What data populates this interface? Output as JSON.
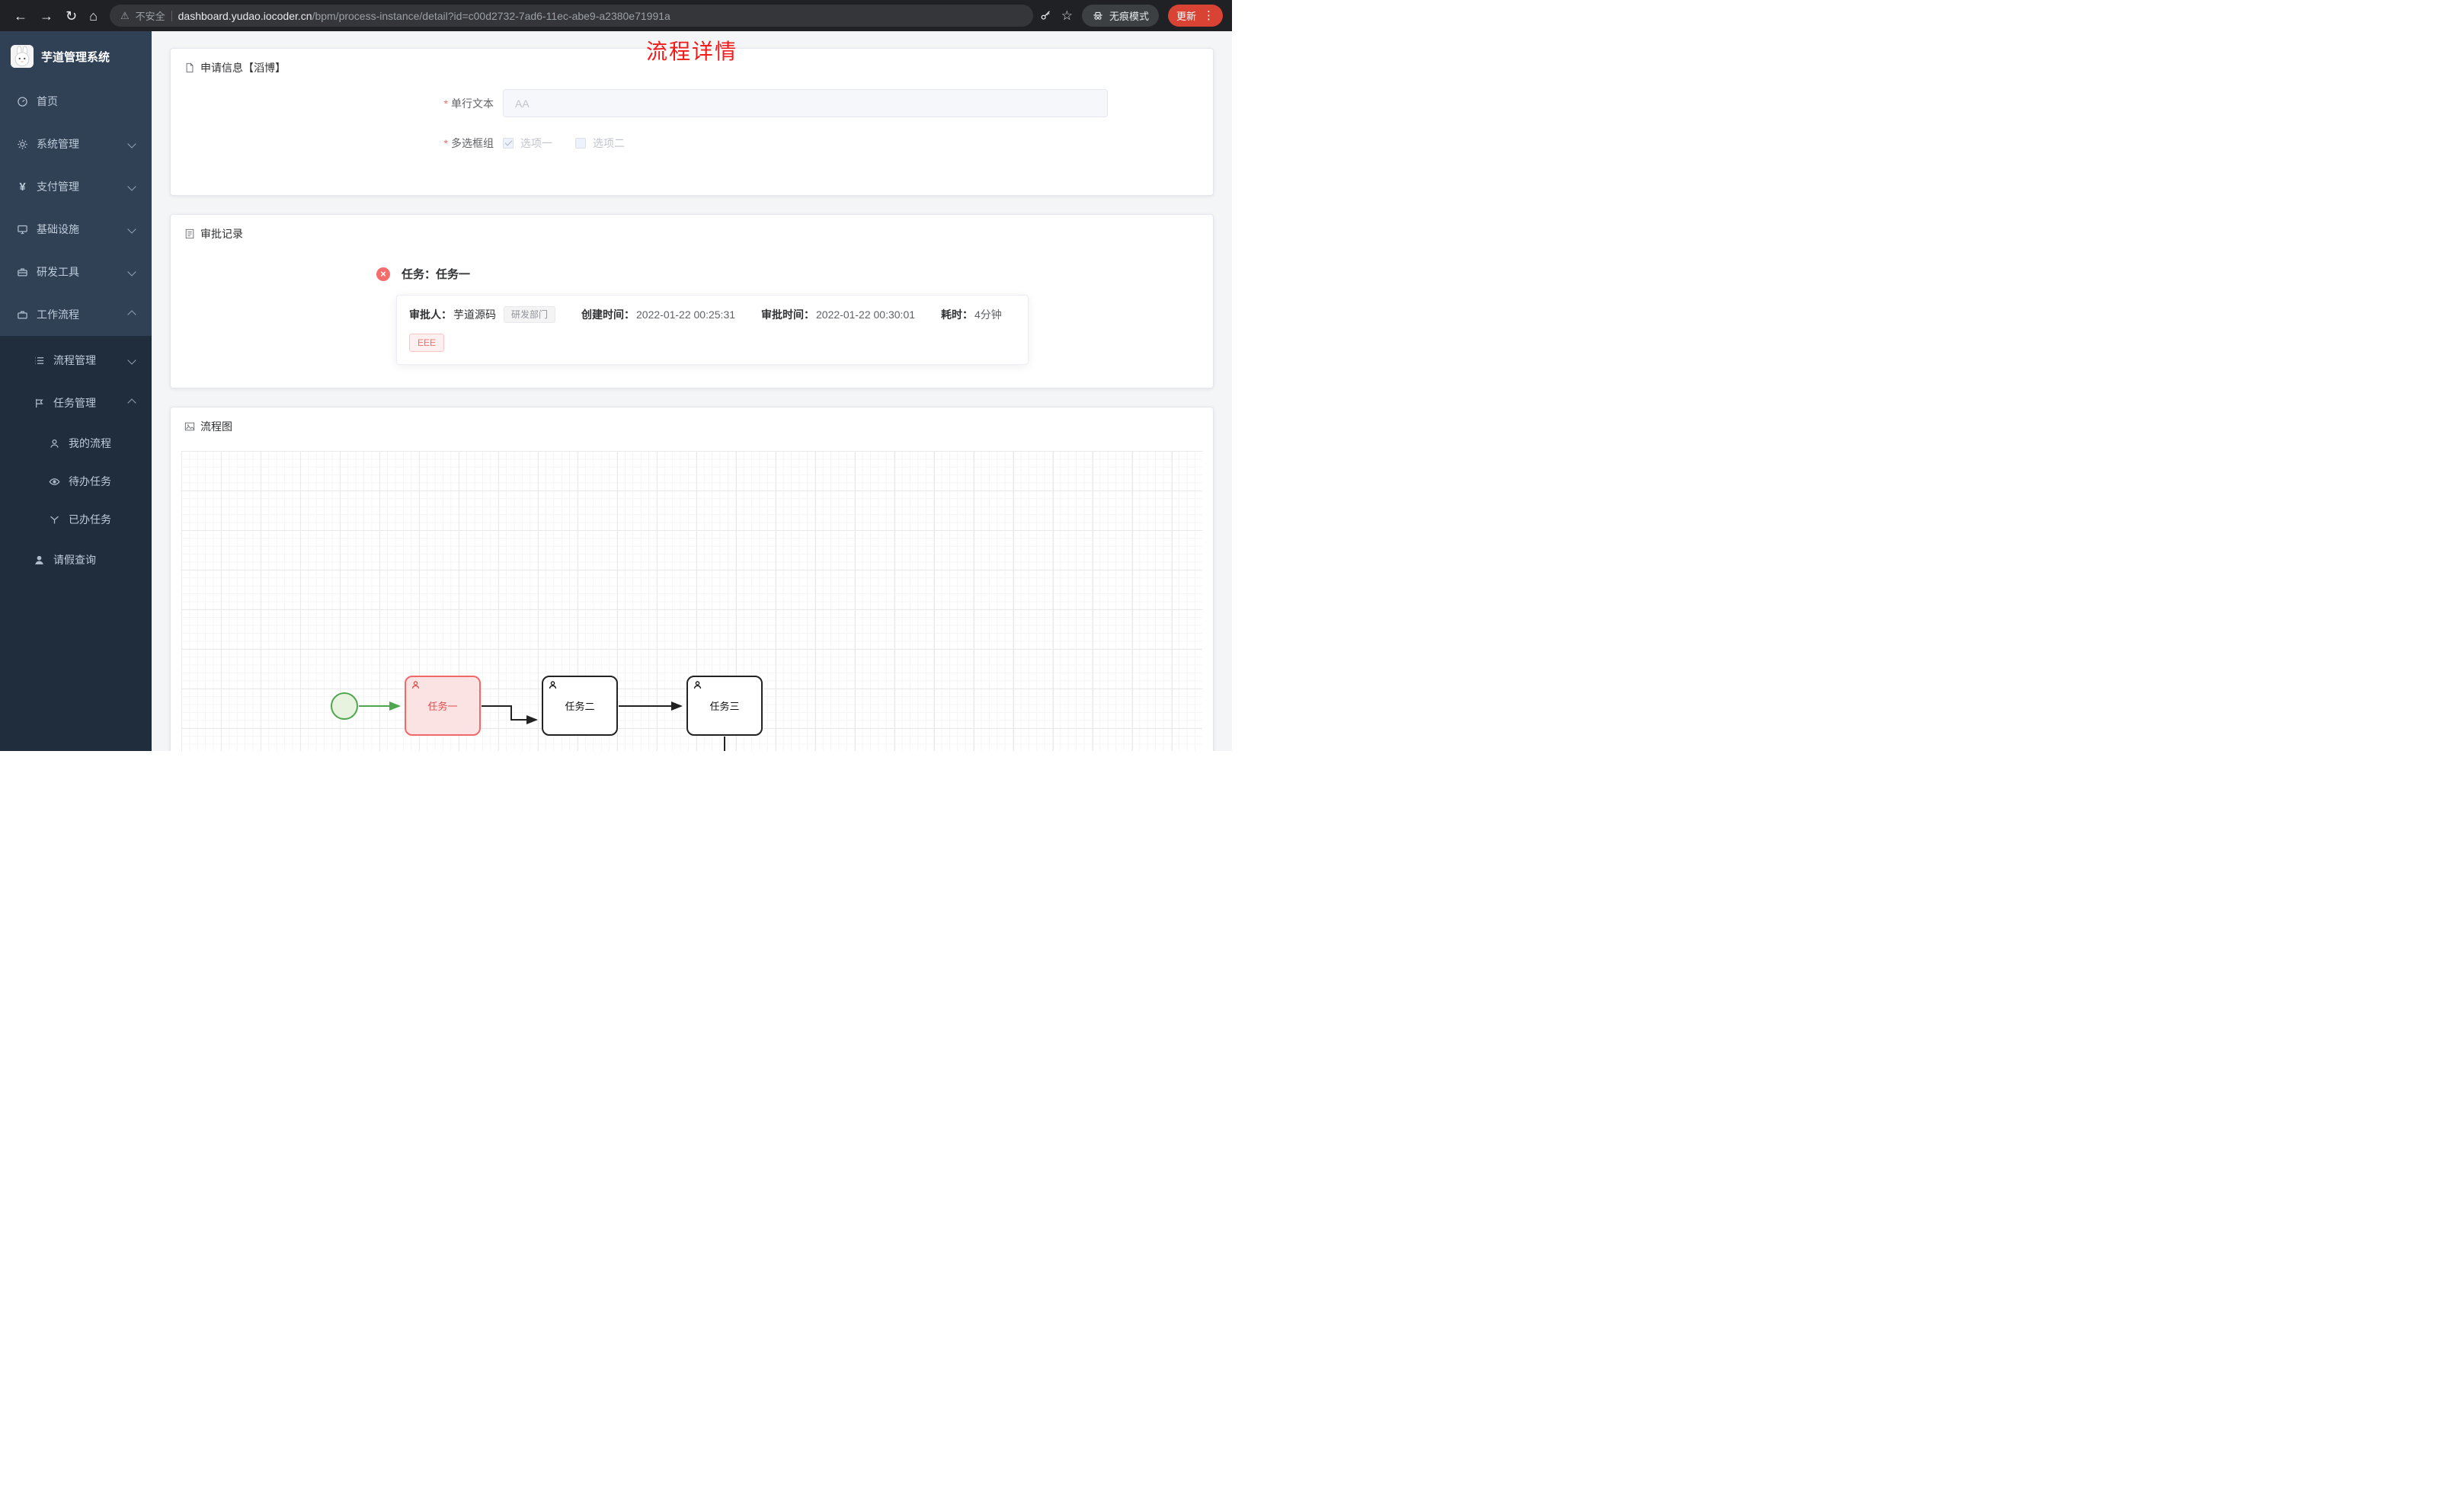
{
  "colors": {
    "chrome_bg": "#202124",
    "omnibox_bg": "#35363a",
    "sidebar_bg": "#304156",
    "submenu_bg": "#1f2d3d",
    "title_red": "#f21b1b",
    "danger": "#f56c6c",
    "update_pill": "#d94334",
    "bpmn_green": "#4ea64e",
    "task_red_border": "#f06a6a",
    "task_red_bg": "#fbe3e3"
  },
  "browser": {
    "security_label": "不安全",
    "url_domain": "dashboard.yudao.iocoder.cn",
    "url_path": "/bpm/process-instance/detail?id=c00d2732-7ad6-11ec-abe9-a2380e71991a",
    "incognito_label": "无痕模式",
    "update_label": "更新"
  },
  "sidebar": {
    "app_title": "芋道管理系统",
    "menu": [
      {
        "label": "首页"
      },
      {
        "label": "系统管理"
      },
      {
        "label": "支付管理"
      },
      {
        "label": "基础设施"
      },
      {
        "label": "研发工具"
      },
      {
        "label": "工作流程"
      },
      {
        "label": "流程管理"
      },
      {
        "label": "任务管理"
      },
      {
        "label": "我的流程"
      },
      {
        "label": "待办任务"
      },
      {
        "label": "已办任务"
      },
      {
        "label": "请假查询"
      }
    ]
  },
  "page": {
    "title": "流程详情"
  },
  "apply_card": {
    "header": "申请信息【滔博】",
    "text_field_label": "单行文本",
    "text_field_placeholder": "AA",
    "checkbox_group_label": "多选框组",
    "option1": "选项一",
    "option2": "选项二"
  },
  "approval_card": {
    "header": "审批记录",
    "task_title": "任务：任务一",
    "approver_label": "审批人：",
    "approver_name": "芋道源码",
    "approver_dept": "研发部门",
    "created_label": "创建时间：",
    "created_time": "2022-01-22 00:25:31",
    "approved_label": "审批时间：",
    "approved_time": "2022-01-22 00:30:01",
    "duration_label": "耗时：",
    "duration_value": "4分钟",
    "comment_tag": "EEE"
  },
  "diagram_card": {
    "header": "流程图",
    "task1": "任务一",
    "task2": "任务二",
    "task3": "任务三"
  }
}
